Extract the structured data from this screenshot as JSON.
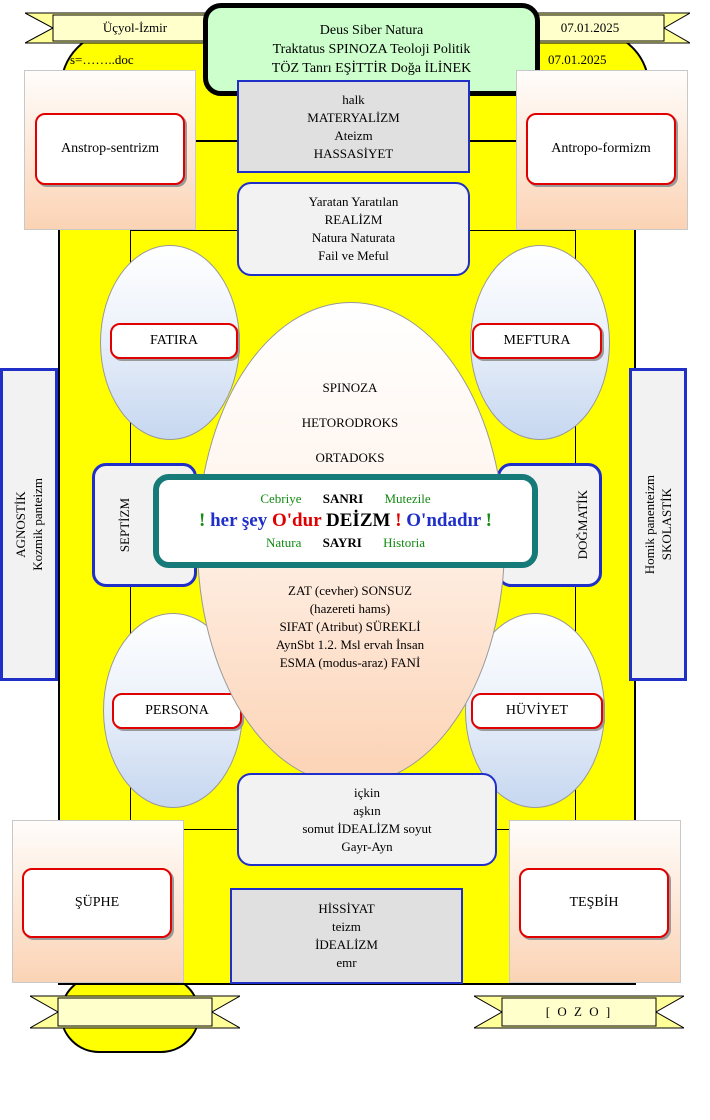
{
  "header": {
    "left_ribbon": "Üçyol-İzmir",
    "right_ribbon": "07.01.2025",
    "file_name": "s=……..doc",
    "date_below": "07.01.2025",
    "title_lines": [
      "Deus Siber Natura",
      "Traktatus SPINOZA Teoloji Politik",
      "TÖZ Tanrı EŞİTTİR Doğa İLİNEK"
    ]
  },
  "top_gray_box": [
    "halk",
    "MATERYALİZM",
    "Ateizm",
    "HASSASİYET"
  ],
  "top_box": [
    "Yaratan Yaratılan",
    "REALİZM",
    "Natura Naturata",
    "Fail ve Meful"
  ],
  "corner_labels": {
    "top_left": "Anstrop-sentrizm",
    "top_right": "Antropo-formizm",
    "bottom_left": "ŞÜPHE",
    "bottom_right": "TEŞBİH"
  },
  "ellipse_labels": {
    "top_left": "FATIRA",
    "top_right": "MEFTURA",
    "bottom_left": "PERSONA",
    "bottom_right": "HÜVİYET"
  },
  "side_panels": {
    "left": [
      "AGNOSTİK",
      "Kozmik panteizm"
    ],
    "right": [
      "Homik panenteizm",
      "SKOLASTİK"
    ]
  },
  "side_boxes": {
    "left": "SEPTİZM",
    "right": "DOĞMATİK"
  },
  "center_upper": [
    "SPINOZA",
    "HETORODROKS",
    "ORTADOKS"
  ],
  "center_box": {
    "top_row": [
      "Cebriye",
      "SANRI",
      "Mutezile"
    ],
    "main_parts": [
      "!",
      " her şey ",
      "O'dur",
      " DEİZM ",
      "!",
      " O'ndadır",
      " !"
    ],
    "bottom_row": [
      "Natura",
      "SAYRI",
      "Historia"
    ]
  },
  "center_lower": [
    "ZAT (cevher) SONSUZ",
    "(hazereti hams)",
    "SIFAT (Atribut) SÜREKLİ",
    "AynSbt 1.2. Msl ervah İnsan",
    "ESMA (modus-araz) FANİ"
  ],
  "bottom_box": [
    "içkin",
    "aşkın",
    "somut İDEALİZM soyut",
    "Gayr-Ayn"
  ],
  "bottom_gray_box": [
    "HİSSİYAT",
    "teizm",
    "İDEALİZM",
    "emr"
  ],
  "footer": {
    "right_ribbon": "[ O Z O ]"
  },
  "colors": {
    "yellow": "#ffff00",
    "blue_border": "#1f2fc8",
    "red_border": "#e00000",
    "teal_border": "#157a78",
    "title_box": "#ccffcc",
    "green_text": "#138a13",
    "blue_text": "#1f2fc8",
    "red_text": "#e00000"
  }
}
